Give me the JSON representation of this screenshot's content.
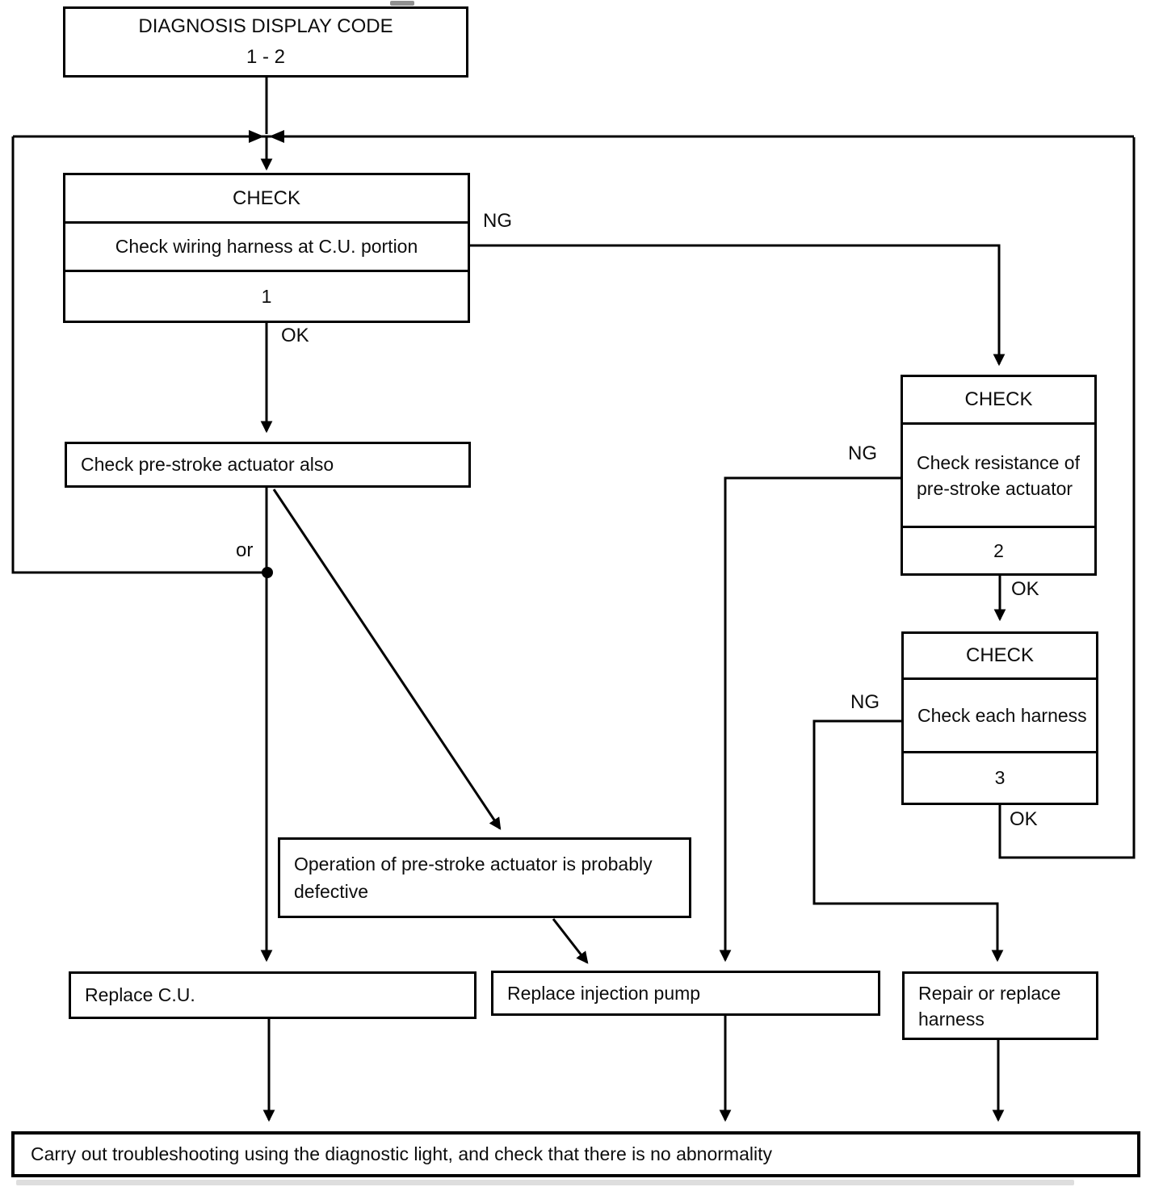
{
  "title_box": {
    "line1": "DIAGNOSIS DISPLAY CODE",
    "line2": "1 - 2"
  },
  "check1": {
    "header": "CHECK",
    "body": "Check wiring harness at C.U. portion",
    "step": "1"
  },
  "check2": {
    "header": "CHECK",
    "body": "Check resistance of pre-stroke actuator",
    "step": "2"
  },
  "check3": {
    "header": "CHECK",
    "body": "Check each harness",
    "step": "3"
  },
  "prestroke_box": {
    "text": "Check pre-stroke actuator also"
  },
  "defective_box": {
    "text": "Operation of pre-stroke actuator is probably defective"
  },
  "replace_cu_box": {
    "text": "Replace C.U."
  },
  "replace_pump_box": {
    "text": "Replace injection pump"
  },
  "repair_harness_box": {
    "text": "Repair or replace harness"
  },
  "bottom_bar": {
    "text": "Carry out troubleshooting using the diagnostic light, and check that there is no abnormality"
  },
  "labels": {
    "ng_check1": "NG",
    "ng_check2": "NG",
    "ng_check3": "NG",
    "ok_check1": "OK",
    "ok_check2": "OK",
    "ok_check3": "OK",
    "or_branch": "or"
  },
  "colors": {
    "line": "#000000",
    "background": "#ffffff"
  }
}
